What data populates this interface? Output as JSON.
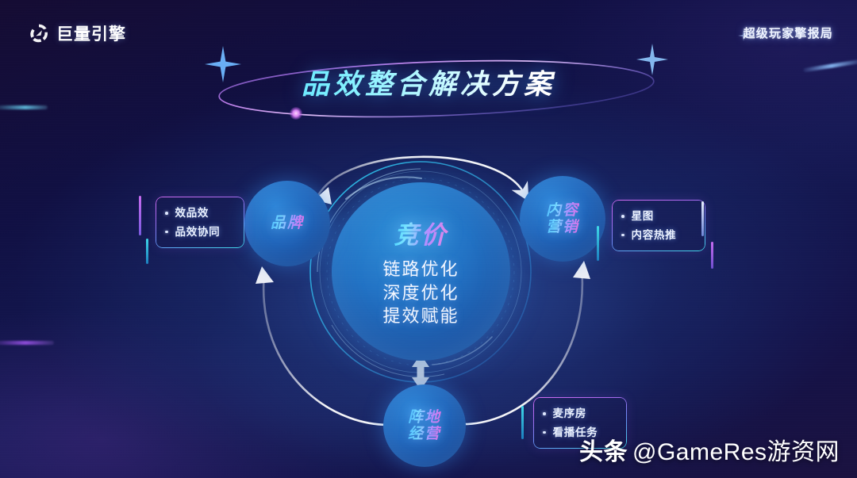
{
  "header": {
    "logo_text": "巨量引擎",
    "logo_icon": "juliang-swirl-icon",
    "corner_brand": "超级玩家擎报局"
  },
  "title": {
    "text": "品效整合解决方案",
    "accent_color": "#3ad8ff"
  },
  "diagram": {
    "core": {
      "title": "竞价",
      "lines": [
        "链路优化",
        "深度优化",
        "提效赋能"
      ]
    },
    "nodes": [
      {
        "id": "brand",
        "label": "品牌"
      },
      {
        "id": "content",
        "label": "内容\n营销"
      },
      {
        "id": "field",
        "label": "阵地\n经营"
      }
    ],
    "node_brand_label": "品牌",
    "node_content_line1": "内容",
    "node_content_line2": "营销",
    "node_field_line1": "阵地",
    "node_field_line2": "经营",
    "callouts": [
      {
        "id": "left",
        "items": [
          "效品效",
          "品效协同"
        ]
      },
      {
        "id": "right",
        "items": [
          "星图",
          "内容热推"
        ]
      },
      {
        "id": "bottom",
        "items": [
          "麦序房",
          "看播任务"
        ]
      }
    ],
    "callout_left_item1": "效品效",
    "callout_left_item2": "品效协同",
    "callout_right_item1": "星图",
    "callout_right_item2": "内容热推",
    "callout_bottom_item1": "麦序房",
    "callout_bottom_item2": "看播任务"
  },
  "watermark": {
    "platform": "头条",
    "account": "@GameRes游资网"
  },
  "colors": {
    "background_deep": "#141a55",
    "background_violet": "#150c33",
    "node_blue": "#2272c4",
    "accent_cyan": "#3fd8e8",
    "accent_magenta": "#d36cf2",
    "arrow_gray": "#d9dbe6"
  }
}
